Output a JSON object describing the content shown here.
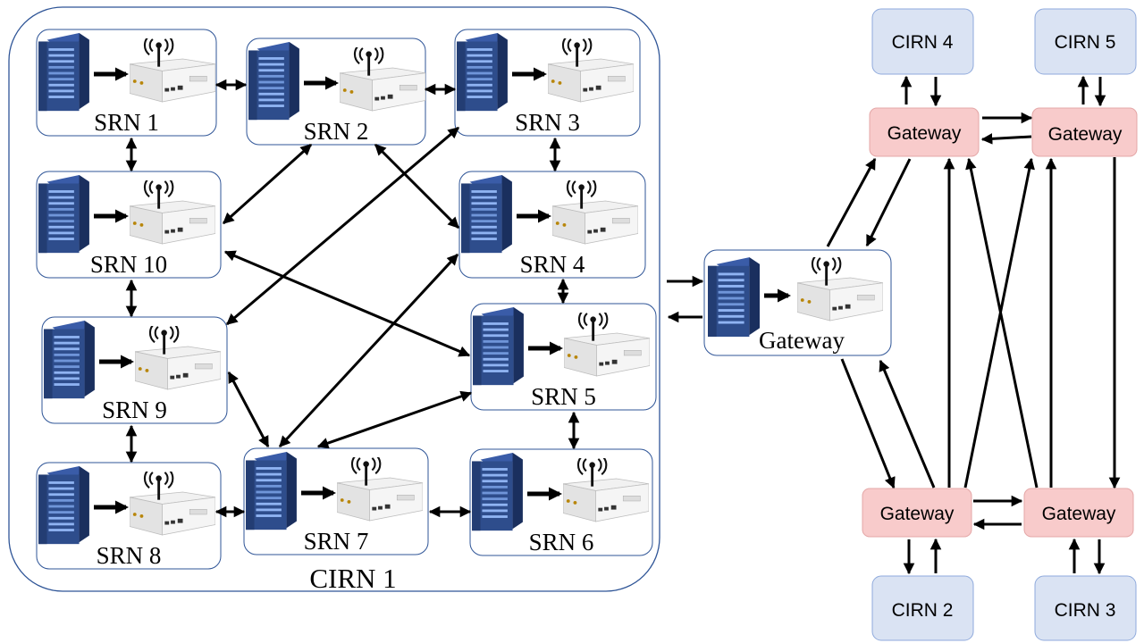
{
  "colors": {
    "cluster_border": "#2f5597",
    "node_border": "#2f5597",
    "cirn_fill": "#dae3f3",
    "cirn_border": "#8faadc",
    "gateway_fill": "#f8cbcb",
    "gateway_border": "#e4a7a7",
    "server_dark": "#1f3864",
    "server_mid": "#2e4d8c",
    "server_stripe": "#8fb3f2",
    "radio_body": "#e8e8e8",
    "arrow": "#000000"
  },
  "icons": {
    "server": "server-icon",
    "radio": "radio-icon"
  },
  "cluster": {
    "label": "CIRN 1"
  },
  "srn_nodes": [
    {
      "id": "srn1",
      "label": "SRN 1"
    },
    {
      "id": "srn2",
      "label": "SRN 2"
    },
    {
      "id": "srn3",
      "label": "SRN 3"
    },
    {
      "id": "srn10",
      "label": "SRN 10"
    },
    {
      "id": "srn4",
      "label": "SRN 4"
    },
    {
      "id": "srn9",
      "label": "SRN 9"
    },
    {
      "id": "srn5",
      "label": "SRN 5"
    },
    {
      "id": "srn8",
      "label": "SRN 8"
    },
    {
      "id": "srn7",
      "label": "SRN 7"
    },
    {
      "id": "srn6",
      "label": "SRN 6"
    }
  ],
  "main_gateway": {
    "label": "Gateway"
  },
  "cirn_boxes": [
    {
      "id": "cirn4",
      "label": "CIRN 4"
    },
    {
      "id": "cirn5",
      "label": "CIRN 5"
    },
    {
      "id": "cirn2",
      "label": "CIRN 2"
    },
    {
      "id": "cirn3",
      "label": "CIRN 3"
    }
  ],
  "gateway_boxes": [
    {
      "id": "gw4",
      "label": "Gateway"
    },
    {
      "id": "gw5",
      "label": "Gateway"
    },
    {
      "id": "gw2",
      "label": "Gateway"
    },
    {
      "id": "gw3",
      "label": "Gateway"
    }
  ]
}
